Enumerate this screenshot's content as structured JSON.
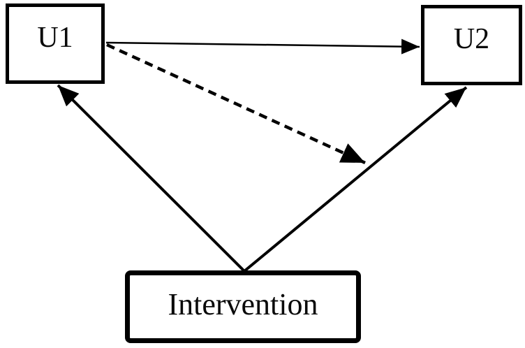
{
  "diagram": {
    "title": "",
    "type": "causal-path-diagram",
    "nodes": [
      {
        "id": "u1",
        "label": "U1",
        "shape": "rectangle",
        "border": "thin"
      },
      {
        "id": "u2",
        "label": "U2",
        "shape": "rectangle",
        "border": "thin"
      },
      {
        "id": "intervention",
        "label": "Intervention",
        "shape": "rectangle",
        "border": "thick"
      }
    ],
    "edges": [
      {
        "from": "U1",
        "to": "U2",
        "style": "solid",
        "arrow": "end"
      },
      {
        "from": "U1",
        "to": "path Intervention→U2",
        "style": "dashed",
        "arrow": "end"
      },
      {
        "from": "Intervention",
        "to": "U1",
        "style": "solid",
        "arrow": "end"
      },
      {
        "from": "Intervention",
        "to": "U2",
        "style": "solid",
        "arrow": "end"
      }
    ],
    "colors": {
      "line": "#000000",
      "box_border": "#000000",
      "background": "#ffffff",
      "text": "#0a0a0a"
    }
  }
}
